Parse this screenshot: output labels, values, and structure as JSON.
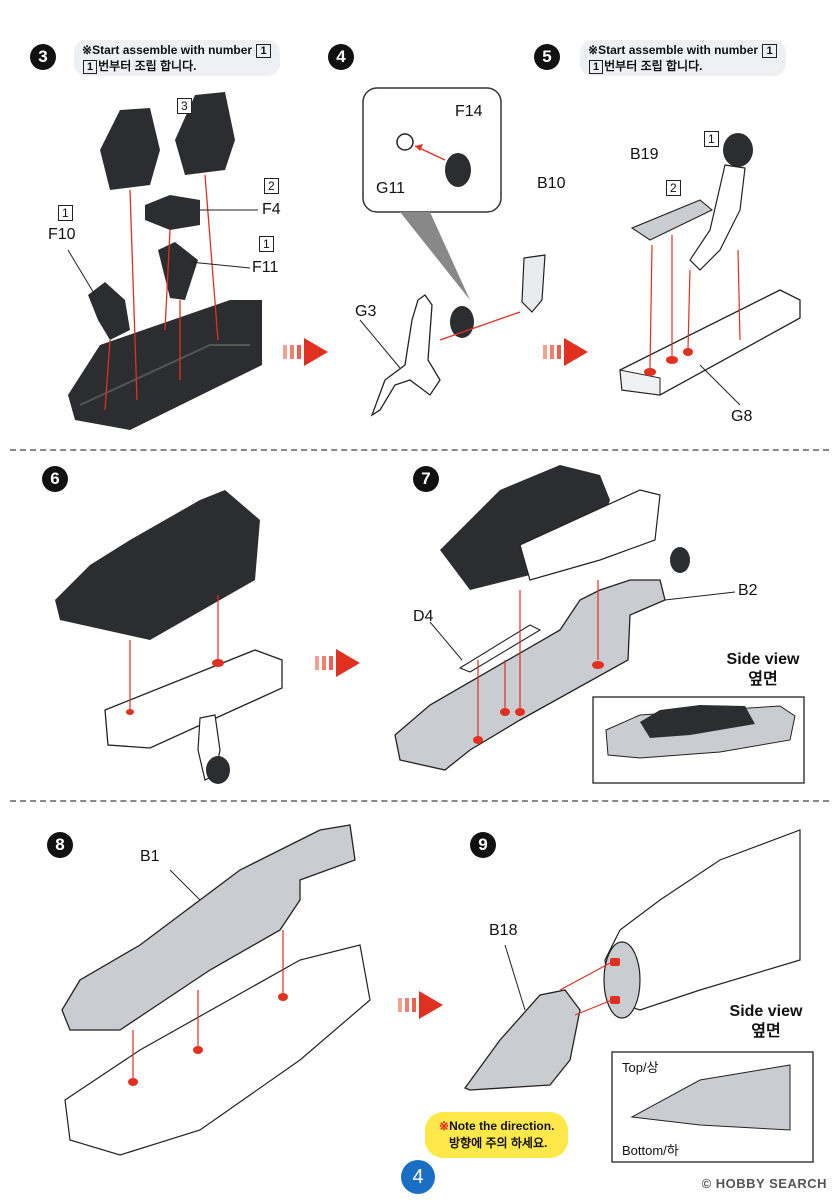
{
  "steps": {
    "s3": {
      "number": "3",
      "note_line1": "Start assemble with number",
      "note_line1_box": "1",
      "note_line2_box": "1",
      "note_line2": "번부터 조립 합니다.",
      "tag_3": "3",
      "tag_2": "2",
      "tag_1": "1",
      "part_f4": "F4",
      "part_f10": "F10",
      "part_f11": "F11"
    },
    "s4": {
      "number": "4",
      "part_f14": "F14",
      "part_g11": "G11",
      "part_b10": "B10",
      "part_g3": "G3"
    },
    "s5": {
      "number": "5",
      "note_line1": "Start assemble with number",
      "note_line1_box": "1",
      "note_line2_box": "1",
      "note_line2": "번부터 조립 합니다.",
      "tag_1": "1",
      "tag_2": "2",
      "part_b19": "B19",
      "part_g8": "G8"
    },
    "s6": {
      "number": "6"
    },
    "s7": {
      "number": "7",
      "part_b2": "B2",
      "part_d4": "D4",
      "side_view_en": "Side view",
      "side_view_ko": "옆면"
    },
    "s8": {
      "number": "8",
      "part_b1": "B1"
    },
    "s9": {
      "number": "9",
      "part_b18": "B18",
      "side_view_en": "Side view",
      "side_view_ko": "옆면",
      "top_label": "Top/상",
      "bottom_label": "Bottom/하",
      "note_en": "Note the direction.",
      "note_ko": "방향에 주의 하세요."
    }
  },
  "page_number": "4",
  "watermark": "HOBBY SEARCH",
  "colors": {
    "accent_red": "#e03020",
    "page_badge": "#1a6fc4",
    "note_yellow": "#ffe84a",
    "part_gray": "#c9cdd1",
    "part_dark": "#2b2d30"
  }
}
